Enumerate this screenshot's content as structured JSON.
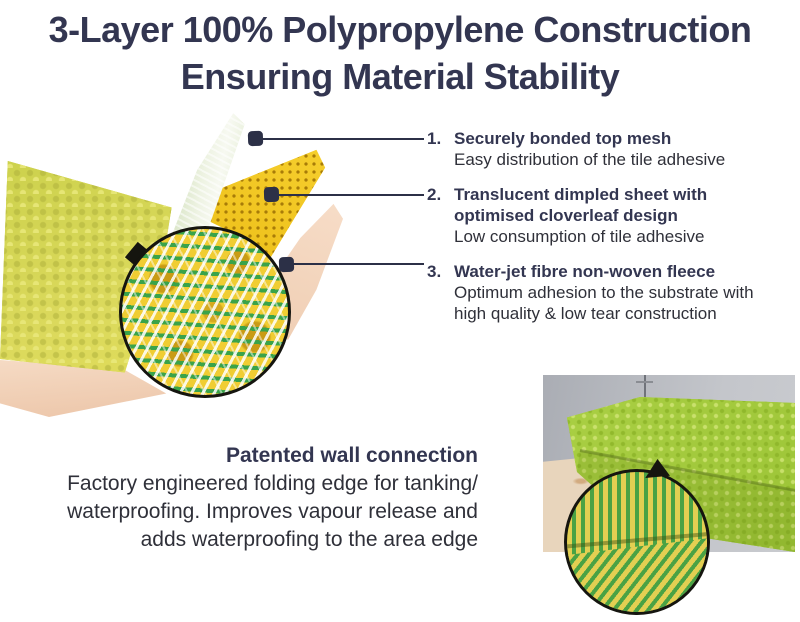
{
  "title": {
    "lines": [
      "3-Layer 100% Polypropylene Construction",
      "Ensuring Material Stability"
    ]
  },
  "layers": {
    "items": [
      {
        "num": "1.",
        "heading": [
          "Securely bonded top mesh"
        ],
        "body": [
          "Easy distribution of the tile adhesive"
        ]
      },
      {
        "num": "2.",
        "heading": [
          "Translucent dimpled sheet with",
          "optimised cloverleaf design"
        ],
        "body": [
          "Low consumption of tile adhesive"
        ]
      },
      {
        "num": "3.",
        "heading": [
          "Water-jet fibre non-woven fleece"
        ],
        "body": [
          "Optimum adhesion to the substrate with",
          "high quality & low tear construction"
        ]
      }
    ]
  },
  "wall_connection": {
    "heading": "Patented wall connection",
    "body": [
      "Factory engineered folding edge for tanking/",
      "waterproofing. Improves vapour release and",
      "adds waterproofing to the area edge"
    ]
  },
  "colors": {
    "heading_navy": "#333651",
    "body_text": "#2f3039",
    "marker_navy": "#2c3047",
    "membrane_yellow_green": "#d5d45a",
    "dimple_sheet_yellow": "#f2c51e",
    "top_mesh_pale_green": "#e8efdb",
    "fleece_peach": "#f6dcc6",
    "mesh_grid_green": "#3aa34a",
    "photo_sheet_green": "#a6cc41",
    "photo_wall_gray": "#b7bac0",
    "photo_floor_beige": "#e8d5bc"
  }
}
